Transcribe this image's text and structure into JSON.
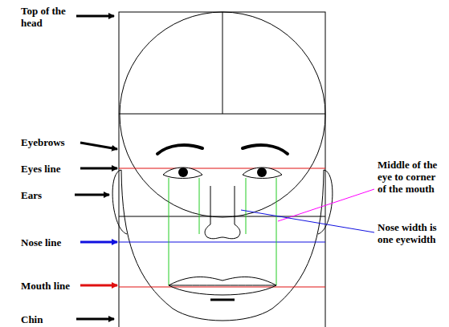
{
  "diagram": {
    "labels": [
      "Top of the head",
      "Eyebrows",
      "Eyes line",
      "Ears",
      "Nose line",
      "Mouth line",
      "Chin",
      "Middle of the eye to corner of the mouth",
      "Nose width is one eyewidth"
    ]
  }
}
